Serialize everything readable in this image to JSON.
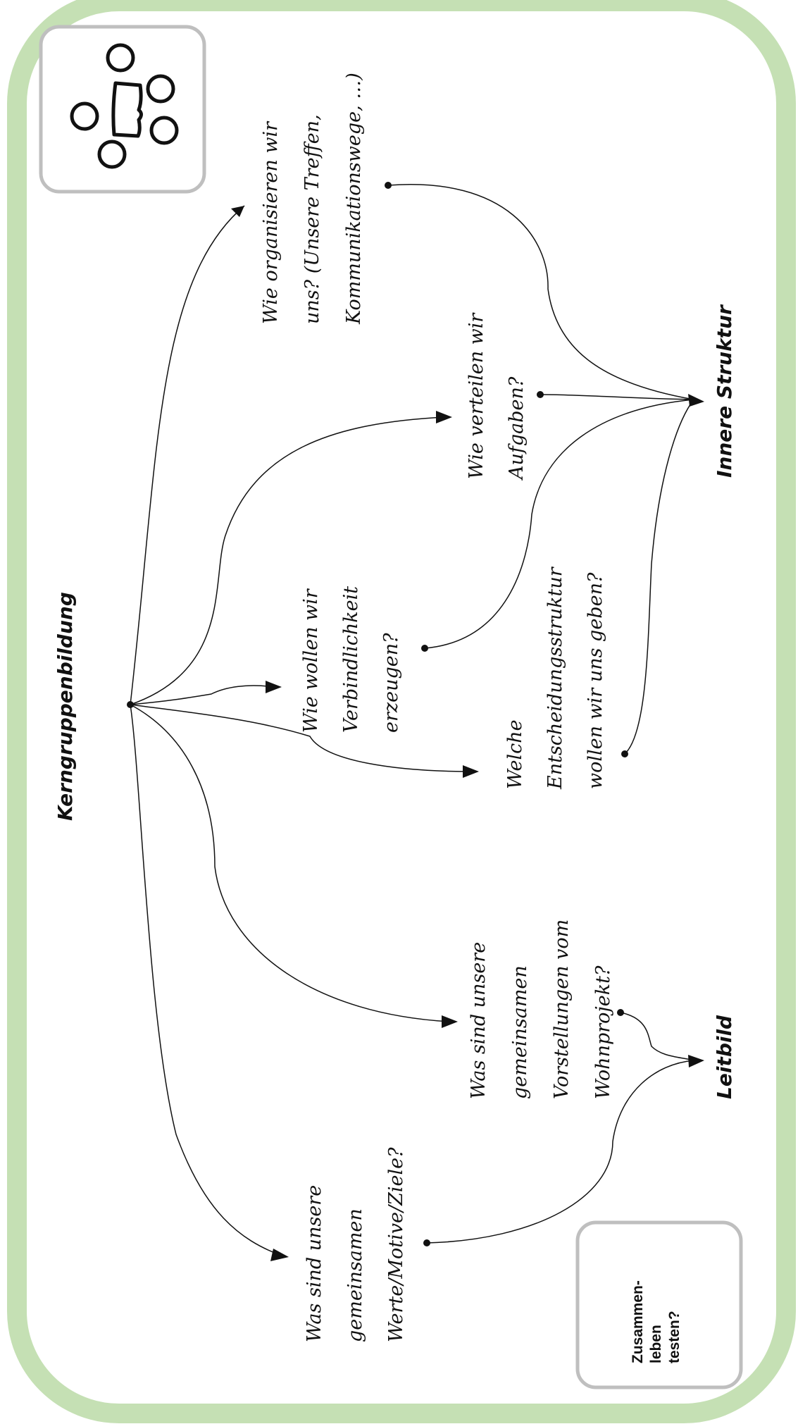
{
  "root": {
    "label": "Kerngruppenbildung"
  },
  "questions": {
    "organisieren": [
      "Wie organisieren wir",
      "uns? (Unsere Treffen,",
      "Kommunikationswege, …)"
    ],
    "aufgaben": [
      "Wie verteilen wir",
      "Aufgaben?"
    ],
    "verbindlichkeit": [
      "Wie wollen wir",
      "Verbindlichkeit",
      "erzeugen?"
    ],
    "entscheidung": [
      "Welche",
      "Entscheidungsstruktur",
      "wollen wir uns geben?"
    ],
    "vorstellungen": [
      "Was sind unsere",
      "gemeinsamen",
      "Vorstellungen vom",
      "Wohnprojekt?"
    ],
    "werte": [
      "Was sind unsere",
      "gemeinsamen",
      "Werte/Motive/Ziele?"
    ]
  },
  "outcomes": {
    "innere_struktur": "Innere Struktur",
    "leitbild": "Leitbild"
  },
  "corner_box": {
    "lines": [
      "Zusammen-",
      "leben",
      "testen?"
    ]
  },
  "colors": {
    "frame": "#c5e0b4",
    "box_border": "#bfbfbf",
    "ink": "#111111"
  },
  "icons": [
    "group-meeting-icon"
  ]
}
